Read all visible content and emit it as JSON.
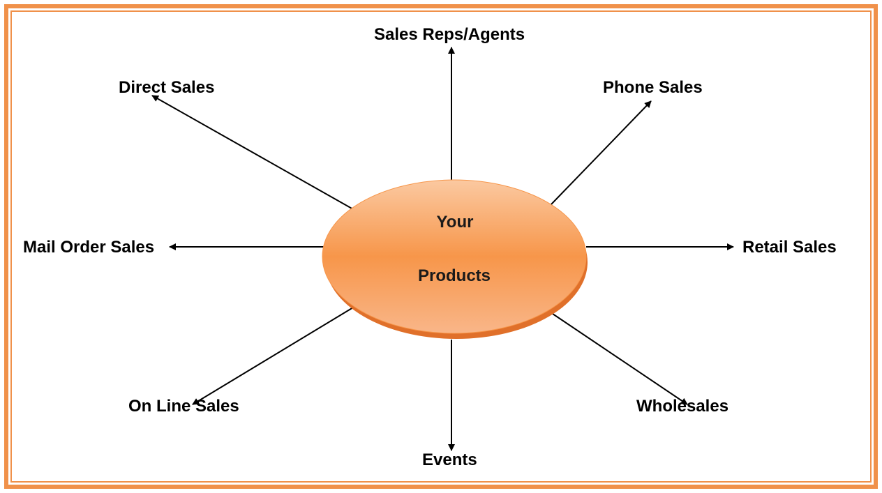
{
  "center": {
    "line1": "Your",
    "line2": "Products",
    "fill_color": "#f7964a",
    "edge_color": "#e8772a"
  },
  "channels": {
    "sales_reps": "Sales Reps/Agents",
    "direct_sales": "Direct Sales",
    "phone_sales": "Phone Sales",
    "mail_order_sales": "Mail Order Sales",
    "retail_sales": "Retail Sales",
    "online_sales": "On Line Sales",
    "wholesales": "Wholesales",
    "events": "Events"
  },
  "border_color": "#f0914a"
}
